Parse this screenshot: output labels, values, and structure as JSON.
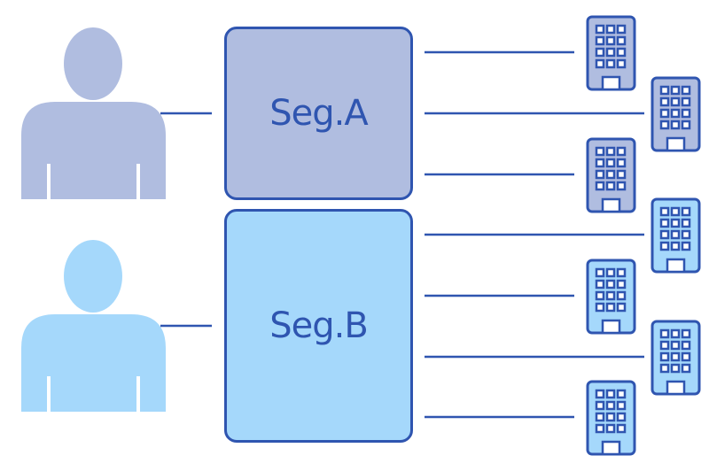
{
  "colors": {
    "stroke": "#2f55b0",
    "segment_a": "#b0bde0",
    "segment_b": "#a5d8fb"
  },
  "segments": [
    {
      "label": "Seg.A",
      "building_count": 3
    },
    {
      "label": "Seg.B",
      "building_count": 4
    }
  ]
}
